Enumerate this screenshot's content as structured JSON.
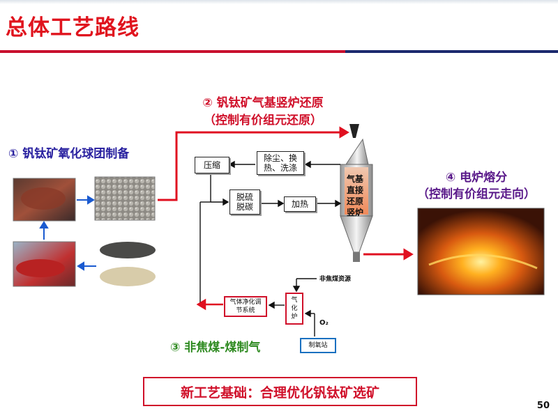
{
  "slide": {
    "title": "总体工艺路线",
    "page_number": "50",
    "basis_text": "新工艺基础：合理优化钒钛矿选矿"
  },
  "steps": {
    "step1": "① 钒钛矿氧化球团制备",
    "step2_line1": "② 钒钛矿气基竖炉还原",
    "step2_line2": "（控制有价组元还原）",
    "step3": "③ 非焦煤-煤制气",
    "step4_line1": "④ 电炉熔分",
    "step4_line2": "（控制有价组元走向）"
  },
  "process_boxes": {
    "compress": "压缩",
    "dedust": "除尘、换热、洗涤",
    "desulfur": "脱硫脱碳",
    "heat": "加热",
    "furnace": "气基\n直接\n还原\n竖炉",
    "gas_clean": "气体净化调节系统",
    "gasifier": "气化炉",
    "oxygen": "制氧站",
    "coal_source": "非焦煤资源",
    "o2": "O₂"
  },
  "colors": {
    "title_red": "#e0141e",
    "arrow_red": "#e01020",
    "arrow_blue": "#1a5ad0",
    "step1_blue": "#2a22a0",
    "step4_purple": "#5a1a8a",
    "step3_green": "#2e8a20"
  }
}
